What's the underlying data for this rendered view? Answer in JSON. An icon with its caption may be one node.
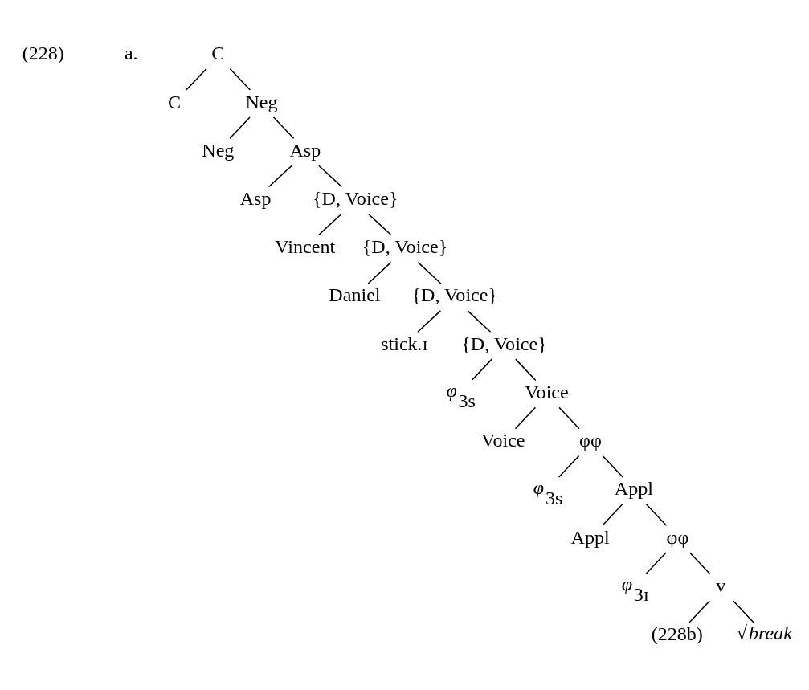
{
  "diagram": {
    "nodes": [
      {
        "text": [
          "C"
        ]
      },
      {
        "text": [
          "C"
        ]
      },
      {
        "text": [
          "Neg"
        ]
      },
      {
        "text": [
          "Neg"
        ]
      },
      {
        "text": [
          "Asp"
        ]
      },
      {
        "text": [
          "Asp"
        ]
      },
      {
        "text": [
          "{D, Voice}"
        ]
      },
      {
        "text": [
          "Vincent"
        ]
      },
      {
        "text": [
          "{D, Voice}"
        ]
      },
      {
        "text": [
          "Daniel"
        ]
      },
      {
        "text": [
          "{D, Voice}"
        ]
      },
      {
        "text": [
          "stick.ɪ"
        ]
      },
      {
        "text": [
          "{D, Voice}"
        ]
      },
      {
        "text": [
          "*φ*$_{3s}$"
        ]
      },
      {
        "text": [
          "Voice"
        ]
      },
      {
        "text": [
          "Voice"
        ]
      },
      {
        "text": [
          "φφ"
        ]
      },
      {
        "text": [
          "*φ*$_{3s}$"
        ]
      },
      {
        "text": [
          "Appl"
        ]
      },
      {
        "text": [
          "Appl"
        ]
      },
      {
        "text": [
          "φφ"
        ]
      },
      {
        "text": [
          "*φ*$_{3ɪ}$"
        ]
      },
      {
        "text": [
          "v"
        ]
      },
      {
        "text": [
          "(228b)"
        ]
      },
      {
        "text": [
          "√*break*"
        ]
      }
    ],
    "edges": [
      {
        "from": 0,
        "to": 1,
        "arrow": "none"
      },
      {
        "from": 0,
        "to": 2,
        "arrow": "none"
      },
      {
        "from": 2,
        "to": 3,
        "arrow": "none"
      },
      {
        "from": 2,
        "to": 4,
        "arrow": "none"
      },
      {
        "from": 4,
        "to": 5,
        "arrow": "none"
      },
      {
        "from": 4,
        "to": 6,
        "arrow": "none"
      },
      {
        "from": 6,
        "to": 7,
        "arrow": "none"
      },
      {
        "from": 6,
        "to": 8,
        "arrow": "none"
      },
      {
        "from": 8,
        "to": 9,
        "arrow": "none"
      },
      {
        "from": 8,
        "to": 10,
        "arrow": "none"
      },
      {
        "from": 10,
        "to": 11,
        "arrow": "none"
      },
      {
        "from": 10,
        "to": 12,
        "arrow": "none"
      },
      {
        "from": 12,
        "to": 13,
        "arrow": "none"
      },
      {
        "from": 12,
        "to": 14,
        "arrow": "none"
      },
      {
        "from": 14,
        "to": 15,
        "arrow": "none"
      },
      {
        "from": 14,
        "to": 16,
        "arrow": "none"
      },
      {
        "from": 16,
        "to": 17,
        "arrow": "none"
      },
      {
        "from": 16,
        "to": 18,
        "arrow": "none"
      },
      {
        "from": 18,
        "to": 19,
        "arrow": "none"
      },
      {
        "from": 18,
        "to": 20,
        "arrow": "none"
      },
      {
        "from": 20,
        "to": 21,
        "arrow": "none"
      },
      {
        "from": 20,
        "to": 22,
        "arrow": "none"
      },
      {
        "from": 22,
        "to": 23,
        "arrow": "none"
      },
      {
        "from": 22,
        "to": 24,
        "arrow": "none"
      }
    ],
    "labels": [
      "(228)",
      "a."
    ]
  }
}
